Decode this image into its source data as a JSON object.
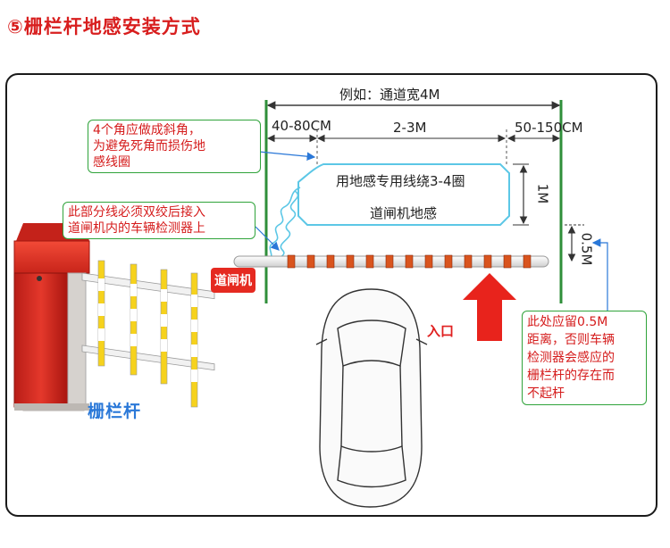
{
  "title": "⑤栅栏杆地感安装方式",
  "labels": {
    "road_width": "例如：通道宽4M",
    "left_gap": "40-80CM",
    "middle_len": "2-3M",
    "right_gap": "50-150CM",
    "loop_height": "1M",
    "loop_offset": "0.5M",
    "loop_text_1": "用地感专用线绕3-4圈",
    "loop_text_2": "道闸机地感",
    "gate_tag": "道闸机",
    "entrance": "入口",
    "barrier": "栅栏杆"
  },
  "notes": {
    "corners": [
      "4个角应做成斜角，",
      "为避免死角而损伤地",
      "感线圈"
    ],
    "twisted": [
      "此部分线必须双绞后接入",
      "道闸机内的车辆检测器上"
    ],
    "distance": [
      "此处应留0.5M",
      "距离，否则车辆",
      "检测器会感应的",
      "栅栏杆的存在而",
      "不起杆"
    ]
  },
  "colors": {
    "title": "#d81e1e",
    "pole": "#2f8f3a",
    "loop": "#5cc7e6",
    "arrow": "#e8231c",
    "note_border": "#2fa33a",
    "barrier_label": "#2a78d8"
  }
}
